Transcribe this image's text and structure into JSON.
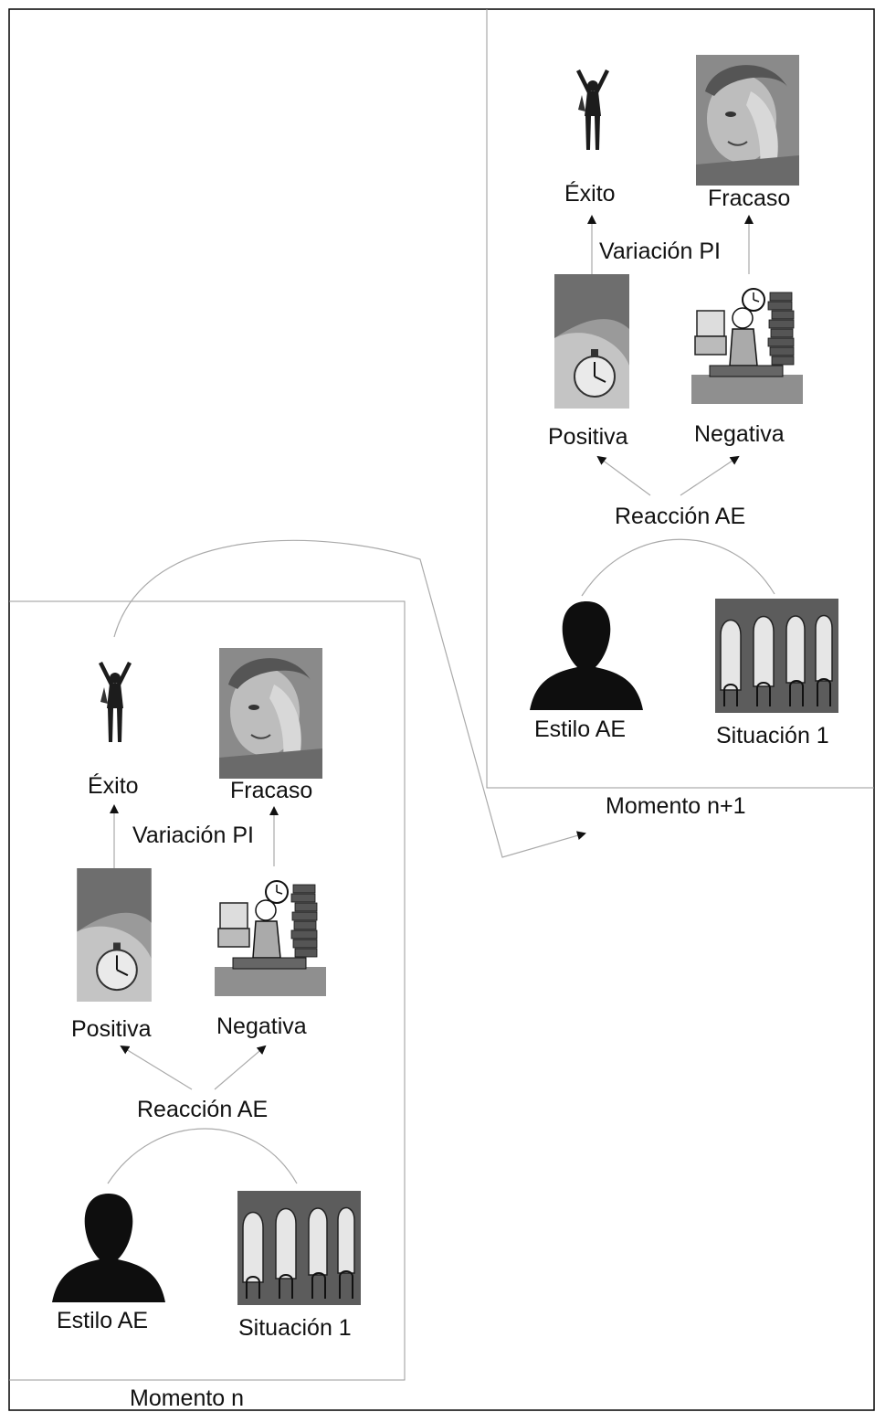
{
  "panels": [
    {
      "caption": "Momento n+1",
      "top_row": {
        "left_label": "Éxito",
        "right_label": "Fracaso"
      },
      "middle_caption": "Variación PI",
      "reaction_row": {
        "left_label": "Positiva",
        "right_label": "Negativa"
      },
      "reaction_caption": "Reacción AE",
      "bottom_row": {
        "left_label": "Estilo AE",
        "right_label": "Situación 1"
      },
      "icons": [
        "jumping-man-icon",
        "despair-face-icon",
        "stopwatch-hand-icon",
        "stressed-worker-icon",
        "person-silhouette-icon",
        "phone-booths-icon"
      ]
    },
    {
      "caption": "Momento n",
      "top_row": {
        "left_label": "Éxito",
        "right_label": "Fracaso"
      },
      "middle_caption": "Variación PI",
      "reaction_row": {
        "left_label": "Positiva",
        "right_label": "Negativa"
      },
      "reaction_caption": "Reacción AE",
      "bottom_row": {
        "left_label": "Estilo AE",
        "right_label": "Situación 1"
      },
      "icons": [
        "jumping-man-icon",
        "despair-face-icon",
        "stopwatch-hand-icon",
        "stressed-worker-icon",
        "person-silhouette-icon",
        "phone-booths-icon"
      ]
    }
  ],
  "colors": {
    "line": "#b8b8b8",
    "border": "#000000",
    "text": "#111111"
  }
}
